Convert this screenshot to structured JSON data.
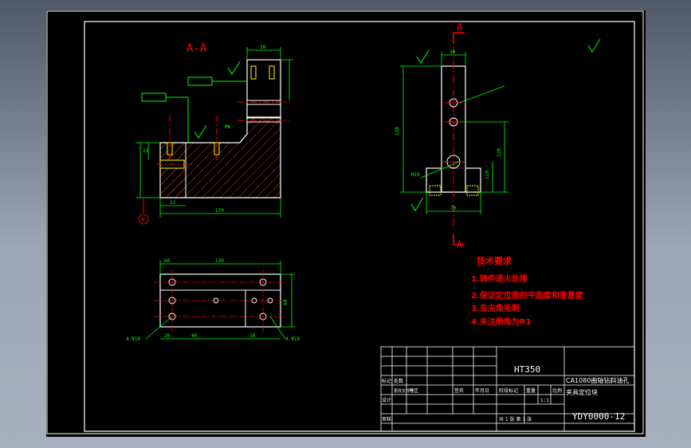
{
  "colors": {
    "background": "#000000",
    "frame": "#ffffff",
    "outline": "#ffffff",
    "dimension": "#00ff00",
    "section": "#ff0000",
    "centerline": "#ff0000",
    "hatch": "#cc3300",
    "yellow": "#ffff00",
    "cyan": "#00ffff"
  },
  "section_views": {
    "section_title": "A-A",
    "section_mark_top": "A",
    "section_mark_bottom": "A",
    "datum_label": "B"
  },
  "dimensions": {
    "sec_width_top": "30",
    "sec_total_width": "170",
    "sec_left_part": "22",
    "sec_height_left": "22",
    "sec_thread": "M6",
    "side_width": "30",
    "side_height": "130",
    "side_base": "70",
    "side_h1": "120",
    "side_h2": "110",
    "side_thread": "M10",
    "top_width": "130",
    "top_offset": "60",
    "top_height": "60",
    "top_d1": "40",
    "top_d2": "20",
    "top_d3": "10",
    "top_hole_note": "4-Ψ10",
    "top_hole_note2": "4-Ψ10"
  },
  "technical_requirements": {
    "heading": "技术要求",
    "items": [
      "1.铸件退火处理",
      "2.保证定位面的平面度和垂直度",
      "3.去尖角毛刺",
      "4.未注倒角为R1"
    ]
  },
  "title_block": {
    "material": "HT350",
    "part_title_1": "CA1080曲轴钻斜油孔",
    "part_title_2": "夹具定位块",
    "drawing_number": "YDY0000-12",
    "row_labels": [
      "标记",
      "处数",
      "分区",
      "更改文件号",
      "签名",
      "年月日"
    ],
    "designer_row": "设计",
    "checker_row": "审核",
    "stage_label": "阶段标记",
    "weight_label": "重量",
    "scale_label": "比例",
    "scale_value": "1:1",
    "sheet_label": "共 1 张  第 1 张"
  }
}
